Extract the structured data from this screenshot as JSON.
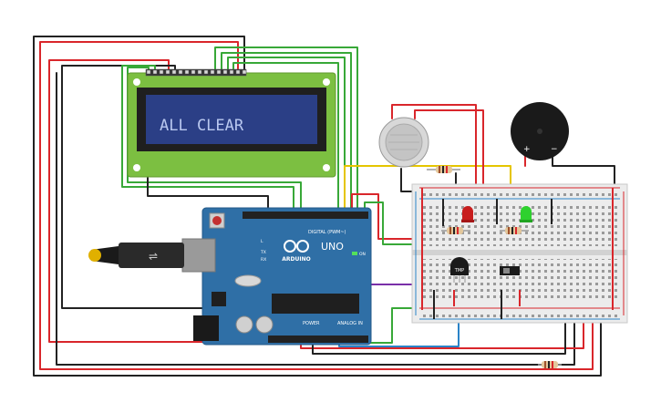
{
  "lcd": {
    "display_text": "ALL CLEAR"
  },
  "arduino": {
    "brand": "ARDUINO",
    "model": "UNO",
    "digital_label": "DIGITAL (PWM~)",
    "power_label": "POWER",
    "analog_label": "ANALOG IN",
    "tx_label": "TX",
    "rx_label": "RX",
    "l_label": "L",
    "on_label": "ON"
  },
  "sensor": {
    "temp_label": "TMP"
  },
  "buzzer": {
    "plus": "+",
    "minus": "−"
  },
  "colors": {
    "wire_red": "#d9262b",
    "wire_black": "#222222",
    "wire_green": "#38a838",
    "wire_yellow": "#e5c500",
    "wire_purple": "#7a2fa8",
    "wire_blue": "#2a83c8",
    "board_blue": "#2f6fa6",
    "lcd_green": "#7cbf41",
    "lcd_screen": "#2b3f86",
    "lcd_text": "#b9c8f0"
  }
}
